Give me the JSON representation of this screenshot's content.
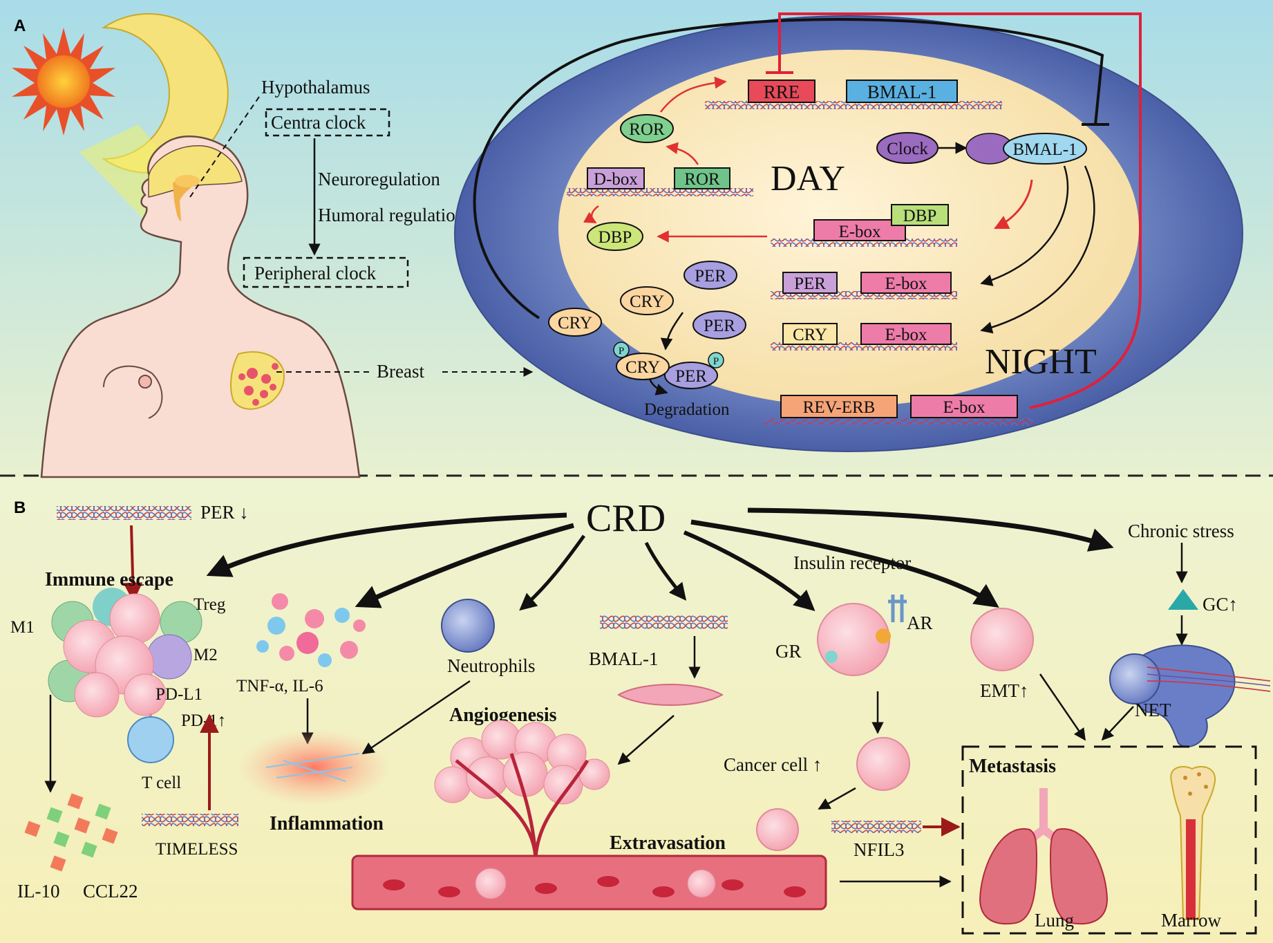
{
  "panel_a": {
    "letter": "A",
    "hypothalamus": "Hypothalamus",
    "central_clock": "Centra clock",
    "neuroregulation": "Neuroregulation",
    "humoral_regulation": "Humoral regulation",
    "peripheral_clock": "Peripheral clock",
    "breast": "Breast",
    "day": "DAY",
    "night": "NIGHT",
    "rre": "RRE",
    "bmal1_gene": "BMAL-1",
    "ror_1": "ROR",
    "ror_2": "ROR",
    "dbox": "D-box",
    "clock": "Clock",
    "bmal1_protein": "BMAL-1",
    "dbp_gene": "DBP",
    "ebox_1": "E-box",
    "dbp_protein": "DBP",
    "per_protein_1": "PER",
    "per_protein_2": "PER",
    "cry_protein_1": "CRY",
    "cry_outer": "CRY",
    "per_gene": "PER",
    "ebox_2": "E-box",
    "cry_gene": "CRY",
    "ebox_3": "E-box",
    "phospho_1": "P",
    "phospho_2": "P",
    "cry_complex": "CRY",
    "per_complex": "PER",
    "degradation": "Degradation",
    "reverb": "REV-ERB",
    "ebox_4": "E-box"
  },
  "panel_b": {
    "letter": "B",
    "per_down": "PER ↓",
    "crd": "CRD",
    "chronic_stress": "Chronic stress",
    "immune_escape": "Immune escape",
    "treg": "Treg",
    "m1": "M1",
    "m2": "M2",
    "pdl1": "PD-L1",
    "pd1": "PD-1↑",
    "tcell": "T cell",
    "timeless": "TIMELESS",
    "il10": "IL-10",
    "ccl22": "CCL22",
    "tnf_il6": "TNF-α, IL-6",
    "inflammation": "Inflammation",
    "neutrophils": "Neutrophils",
    "angiogenesis": "Angiogenesis",
    "bmal1": "BMAL-1",
    "insulin_receptor": "Insulin receptor",
    "ar": "AR",
    "gr": "GR",
    "cancer_cell": "Cancer cell ↑",
    "extravasation": "Extravasation",
    "nfil3": "NFIL3",
    "emt": "EMT↑",
    "gc": "GC↑",
    "net": "NET",
    "metastasis": "Metastasis",
    "lung": "Lung",
    "marrow": "Marrow"
  },
  "colors": {
    "sky_top": "#a9dde8",
    "sky_bottom": "#e6efcf",
    "panel_b_bg": "#f3f2c4",
    "cell_outer": "#5b74b8",
    "cell_inner": "#fbe8b8",
    "inhibit_red": "#e0203a",
    "arrow_red": "#e03030",
    "skin": "#f9dcd2"
  }
}
